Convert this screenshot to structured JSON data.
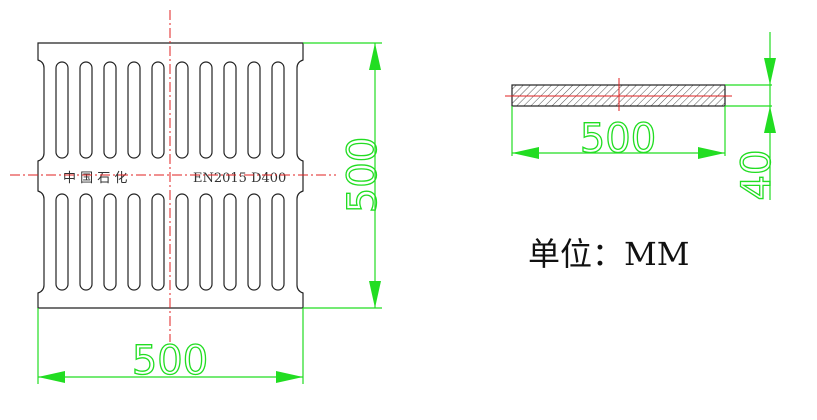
{
  "drawing": {
    "plan_view": {
      "marking_left": "中 国 石 化",
      "marking_right": "EN2015 D400",
      "width_dim": "500",
      "height_dim": "500",
      "slots_per_row": 10,
      "slot_rows": 2
    },
    "section_view": {
      "length_dim": "500",
      "thickness_dim": "40"
    },
    "unit_label": "单位：MM",
    "colors": {
      "dimension": "#22dd22",
      "centerline": "#e02020",
      "outline": "#222222"
    }
  }
}
